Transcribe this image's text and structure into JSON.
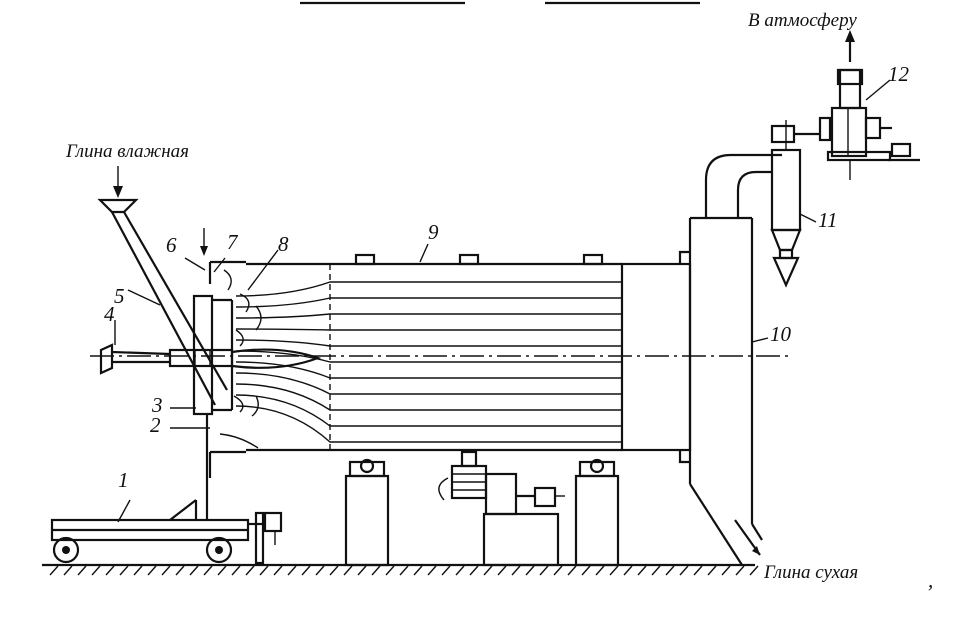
{
  "captions": {
    "wet_clay": "Глина влажная",
    "to_atmosphere": "В атмосферу",
    "dry_clay": "Глина сухая"
  },
  "numbers": {
    "n1": "1",
    "n2": "2",
    "n3": "3",
    "n4": "4",
    "n5": "5",
    "n6": "6",
    "n7": "7",
    "n8": "8",
    "n9": "9",
    "n10": "10",
    "n11": "11",
    "n12": "12"
  },
  "stray_marks": {
    "comma": ","
  }
}
